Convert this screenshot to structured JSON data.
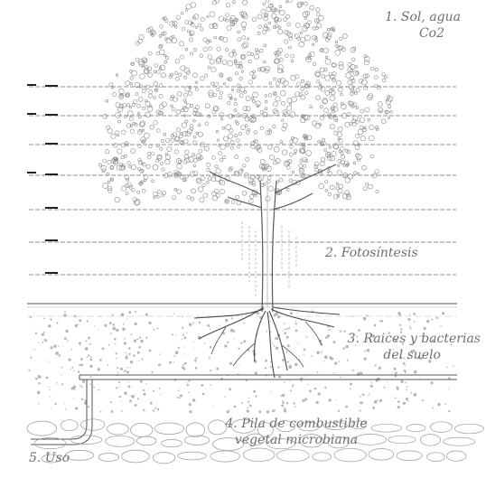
{
  "labels": {
    "sun_line1": "1. Sol, agua",
    "sun_line2": "Co2",
    "photo": "2. Fotosíntesis",
    "roots_line1": "3. Raices y bacterias",
    "roots_line2": "del suelo",
    "pile_line1": "4. Pila de combustible",
    "pile_line2": "vegetal microbiana",
    "use": "5. Uso"
  },
  "colors": {
    "text": "#6f6f6f",
    "line": "#555555",
    "foliage": "#8a8a8a"
  },
  "level_marker_count": 7
}
